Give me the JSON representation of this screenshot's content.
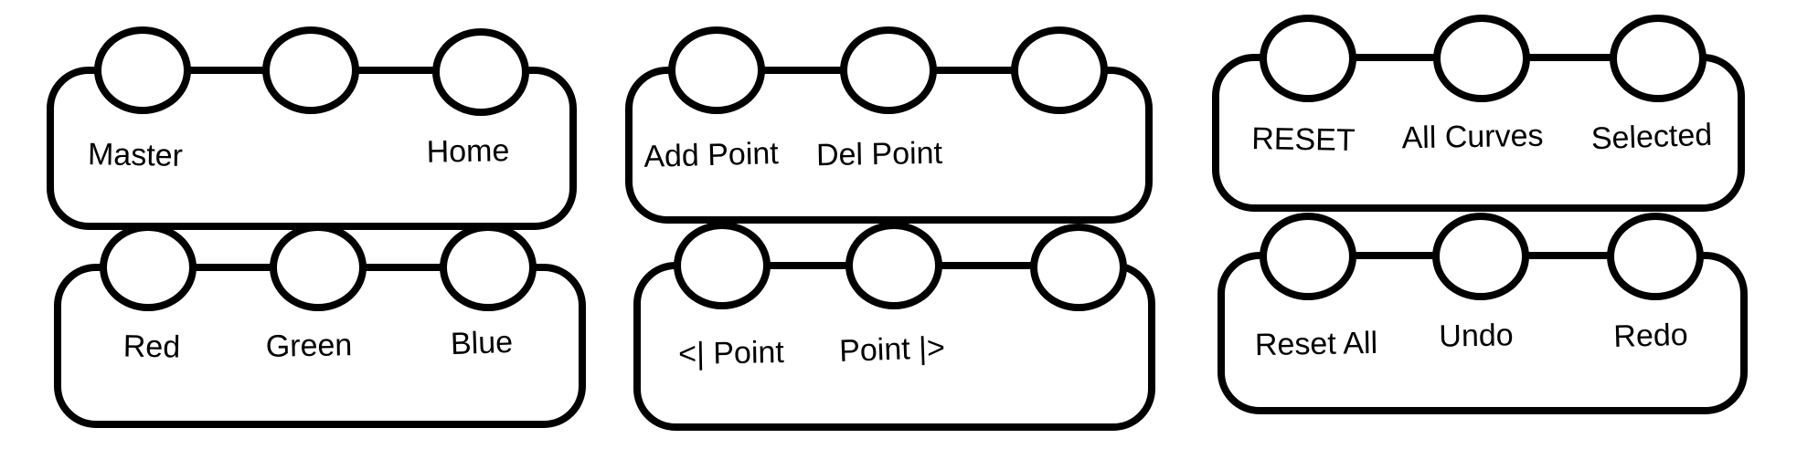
{
  "colors": {
    "stroke": "#000000",
    "background": "#ffffff"
  },
  "panels": [
    {
      "name": "master-home",
      "labels": [
        "Master",
        "Home"
      ]
    },
    {
      "name": "add-del-point",
      "labels": [
        "Add Point",
        "Del Point"
      ]
    },
    {
      "name": "reset-scope",
      "labels": [
        "RESET",
        "All Curves",
        "Selected"
      ]
    },
    {
      "name": "color-channels",
      "labels": [
        "Red",
        "Green",
        "Blue"
      ]
    },
    {
      "name": "point-nav",
      "labels": [
        "<| Point",
        "Point |>"
      ]
    },
    {
      "name": "history",
      "labels": [
        "Reset All",
        "Undo",
        "Redo"
      ]
    }
  ]
}
